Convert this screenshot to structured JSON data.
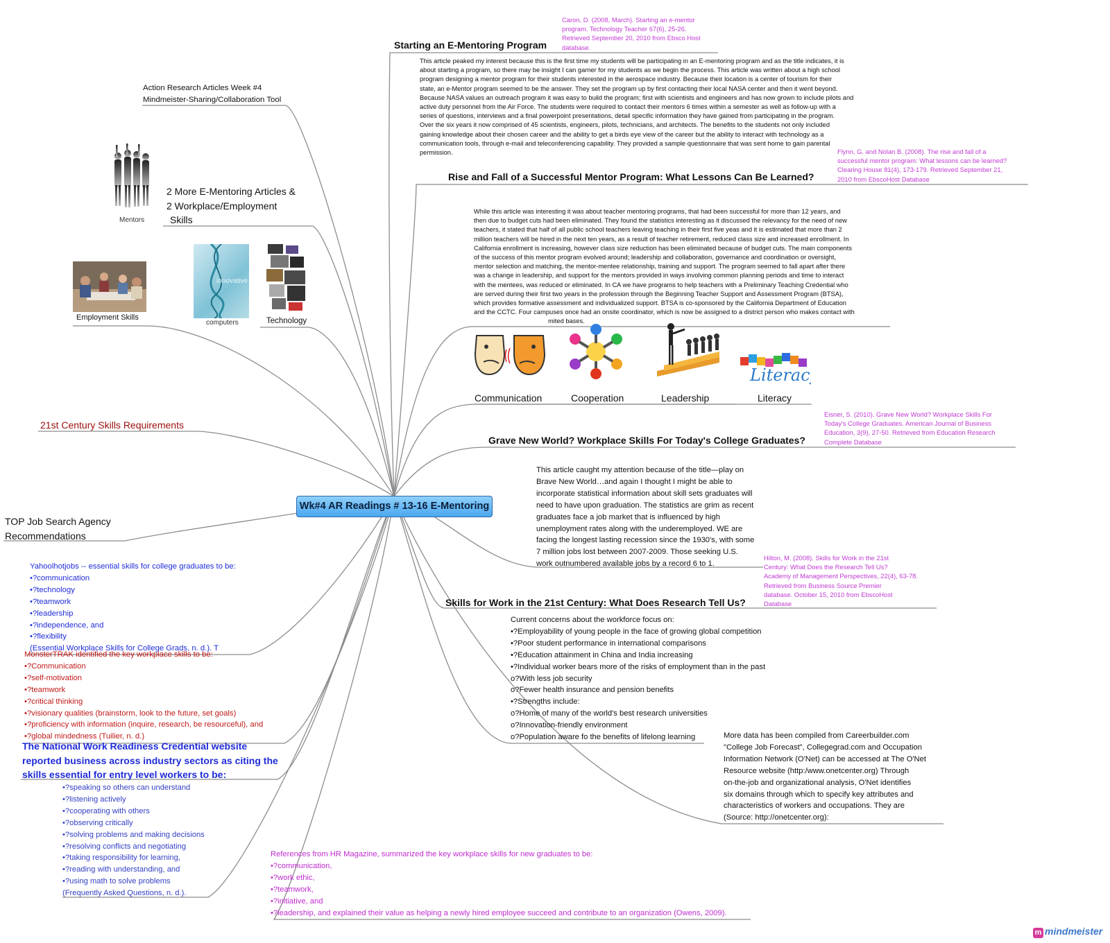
{
  "center": {
    "title": "Wk#4 AR Readings # 13-16 E-Mentoring"
  },
  "left": {
    "action_research": [
      "Action Research Articles Week #4",
      "Mindmeister-Sharing/Collaboration Tool"
    ],
    "mentors_caption": "Mentors",
    "more_articles": [
      "2 More E-Mentoring Articles &",
      "2 Workplace/Employment",
      "Skills"
    ],
    "employment_caption": "Employment Skills",
    "computers_caption": "computers",
    "computers_overlay": "innovative",
    "technology_caption": "Technology",
    "century_skills": "21st Century Skills Requirements",
    "top_job": [
      "TOP Job Search Agency",
      "Recommendations"
    ],
    "yahoo": [
      "Yahoolhotjobs -- essential skills for college graduates to be:",
      "•?communication",
      "•?technology",
      "•?teamwork",
      "•?leadership",
      "•?independence, and",
      "•?flexibility",
      "(Essential Workplace Skills for College Grads, n. d.). T"
    ],
    "monster": [
      "MonsterTRAK identified the key workplace skills to be:",
      "•?Communication",
      "•?self-motivation",
      "•?teamwork",
      "•?critical thinking",
      "•?visionary qualities (brainstorm, look to the future, set goals)",
      "•?proficiency with information (inquire, research, be resourceful), and",
      "•?global mindedness (Tuilier, n. d.)"
    ],
    "national": [
      "The National Work Readiness Credential website",
      "reported business across industry sectors as citing the",
      "skills essential for entry level workers to be:"
    ],
    "national_list": [
      "•?speaking so others can understand",
      "•?listening actively",
      "•?cooperating with others",
      "•?observing critically",
      "•?solving problems and making decisions",
      "•?resolving conflicts and negotiating",
      "•?taking responsibility for learning,",
      "•?reading with understanding, and",
      "•?using math to solve problems",
      "(Frequently Asked Questions, n. d.)."
    ]
  },
  "right": {
    "emento_title": "Starting an E-Mentoring Program",
    "caron_cite": [
      "Caron, D. (2008, March). Starting an e-mentor",
      "program. Technology Teacher 67(6), 25-26.",
      "Retrieved September 20, 2010 from Ebsco Host",
      "database."
    ],
    "emento_para": [
      "This article peaked my interest because this is the first time my students will be participating in an E-mentoring program and as the title indicates, it is",
      "about starting a program, so there may be insight I can garner for my students as we begin the process.  This article was written about a high school",
      "program designing a mentor program for their students interested in the aerospace industry.  Because their location is a center of tourism for their",
      "state, an e-Mentor program seemed to be the answer.  They set the program up by first contacting their local NASA center and then it went beyond.",
      " Because NASA values an outreach program it was easy to build the program; first with scientists and engineers and has now grown to include pilots and",
      "active duty personnel from the Air Force.  The students were required to contact their mentors 6 times within a semester as well as follow-up with a",
      "series of questions, interviews and a final powerpoint presentations, detail specific information they have gained from participating in the program.",
      " Over the six years it now comprised of 45 scientists, engineers, pilots, technicians, and architects.  The benefits to the students not only included",
      "gaining knowledge about their chosen career and the ability to get a birds eye view of the career but the ability to interact with technology as a",
      "communication tools, through e-mail and teleconferencing capability.  They provided a sample questionnaire that was sent home to gain parental",
      "permission."
    ],
    "rise_title": "Rise and Fall of a Successful Mentor Program:  What Lessons Can Be Learned?",
    "flynn_cite": [
      "Flynn, G. and Nolan B. (2008). The rise and fall of a",
      "successful mentor program:  What lessons can be learned?",
      "Clearing House 81(4), 173-179.  Retrieved September 21,",
      "2010 from EbscoHost Database"
    ],
    "rise_para": [
      "While this article was interesting it was about teacher mentoring programs, that had been successful for more than 12 years, and",
      "then due to budget cuts had been eliminated.  They found the statistics interesting as it discussed the relevancy for the need of new",
      "teachers, it stated that half  of all public school teachers leaving teaching in their first five yeas and it is estimated that more than 2",
      "million teachers will be hired in the next ten years, as a result of teacher retirement, reduced class size and increased enrollment.  In",
      "California enrollment is increasing, however class size reduction has been eliminated because of budget cuts.  The main components",
      "of the success of this mentor program evolved around; leadership and collaboration, governance and coordination or oversight,",
      "mentor selection and matching, the mentor-mentee relationship, training and support.  The program seemed to fall apart after there",
      "was a change in leadership, and support for the mentors provided in ways involving common planning periods and time to interact",
      "with the mentees, was reduced or eliminated.  In CA we have programs to help teachers with a Preliminary Teaching Credential who",
      "are served during their first two years in the profession through the Beginning Teacher Support and Assessment Program (BTSA),",
      "which provides formative assessment and individualized support. BTSA is co-sponsored by the California Department of Education",
      "and the CCTC.  Four campuses once had an onsite coordinator, which is now be assigned to a district person who makes contact with",
      "mited bases."
    ],
    "skills_icons": [
      "Communication",
      "Cooperation",
      "Leadership",
      "Literacy"
    ],
    "grave_title": "Grave New World? Workplace Skills For Today's College Graduates?",
    "eisner_cite": [
      "Eisner, S. (2010). Grave New World? Workplace Skills For",
      "Today's College Graduates. American Journal of Business",
      "Education, 3(9), 27-50. Retrieved from Education Research",
      "Complete Database"
    ],
    "grave_para": [
      "This article caught my attention because of the title—play on",
      "Brave New World…and again I thought I might be able to",
      "incorporate statistical information about skill sets graduates will",
      "need to have upon graduation.  The statistics are grim as recent",
      "graduates face a job market that is influenced by high",
      "unemployment rates along with the underemployed.  WE are",
      "facing the longest lasting recession since the 1930's, with some",
      "7 million jobs lost between 2007-2009.  Those seeking U.S.",
      "work outnumbered available jobs by a record 6 to 1."
    ],
    "work21_title": "Skills for Work in the 21st Century: What Does Research Tell Us?",
    "hilton_cite": [
      "Hilton, M. (2008). Skills for Work in the 21st",
      "Century: What Does the Research Tell Us?",
      "Academy of Management Perspectives, 22(4), 63-78.",
      "Retrieved from Business Source Premier",
      "database. October 15, 2010 from EbscoHost",
      "Database"
    ],
    "work21_para": [
      "Current concerns about the workforce focus on:",
      "•?Employability of young people in the face of growing global competition",
      "•?Poor student performance in international comparisons",
      "•?Education attainment in China and India increasing",
      "•?Individual worker bears more of the risks of employment than in the past",
      "o?With less job security",
      "o?Fewer health insurance and pension benefits",
      "•?Strengths include:",
      "o?Home of many of the world's best research universities",
      "o?Innovation-friendly environment",
      "o?Population aware fo the benefits of lifelong learning"
    ],
    "career_para": [
      "More data has been compiled from Careerbuilder.com",
      "\"College Job Forecast\", Collegegrad.com and Occupation",
      "Information Network (O'Net) can be accessed at The O'Net",
      "Resource website (http:/www.onetcenter.org)  Through",
      "on-the-job and organizational analysis, O'Net identifies",
      "six domains through which to specify key attributes and",
      "characteristics of workers and occupations. They are",
      "(Source: http://onetcenter.org):"
    ]
  },
  "bottom": {
    "hr": [
      "References from HR Magazine, summarized the key workplace skills for new graduates to be:",
      "•?communication,",
      "•?work ethic,",
      "•?teamwork,",
      "•?initiative, and",
      "•?leadership, and explained their value as helping a newly hired employee succeed and contribute to an organization (Owens, 2009)."
    ]
  },
  "logo": {
    "text": "mindmeister",
    "badge": "m"
  },
  "colors": {
    "center_fill": "#4aa7ef",
    "branch": "#8a8a8a",
    "citation": "#c13ad3",
    "blue_text": "#1f2cd8",
    "red_text": "#c11818",
    "magenta_text": "#c12bd0"
  }
}
